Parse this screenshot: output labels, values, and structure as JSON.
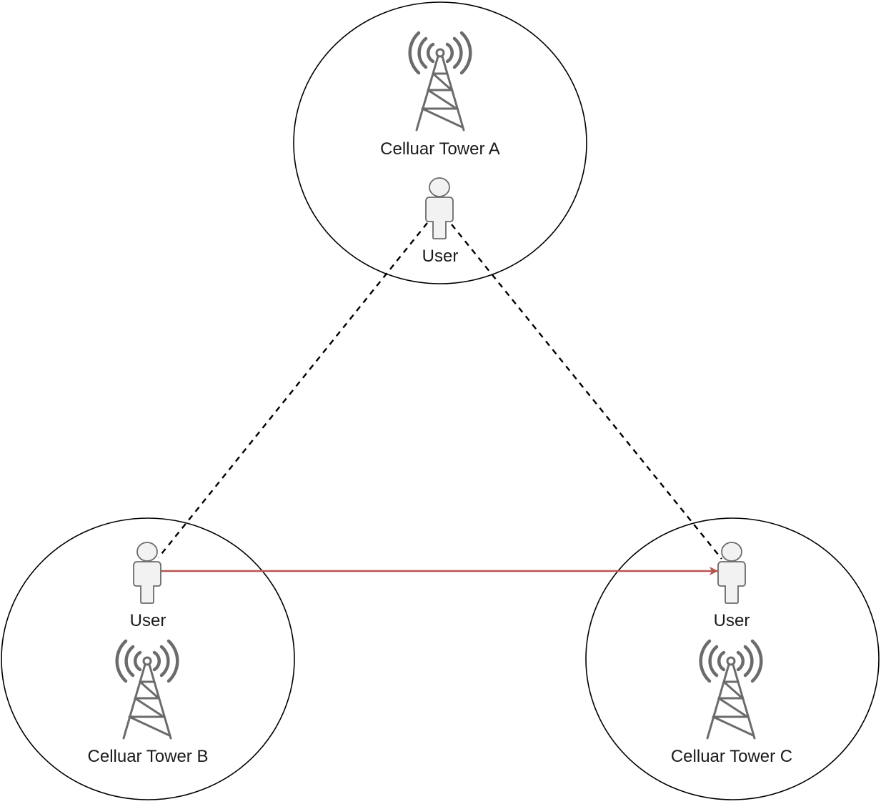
{
  "towers": [
    {
      "id": "a",
      "label": "Celluar Tower A"
    },
    {
      "id": "b",
      "label": "Celluar Tower B"
    },
    {
      "id": "c",
      "label": "Celluar Tower C"
    }
  ],
  "users": [
    {
      "id": "a",
      "label": "User"
    },
    {
      "id": "b",
      "label": "User"
    },
    {
      "id": "c",
      "label": "User"
    }
  ],
  "colors": {
    "handover_arrow": "#b85450",
    "icon_gray": "#6b6b6b",
    "person_fill": "#f2f2f2",
    "line": "#000000"
  },
  "icons": {
    "tower": "cell-tower-icon",
    "user": "user-icon"
  }
}
